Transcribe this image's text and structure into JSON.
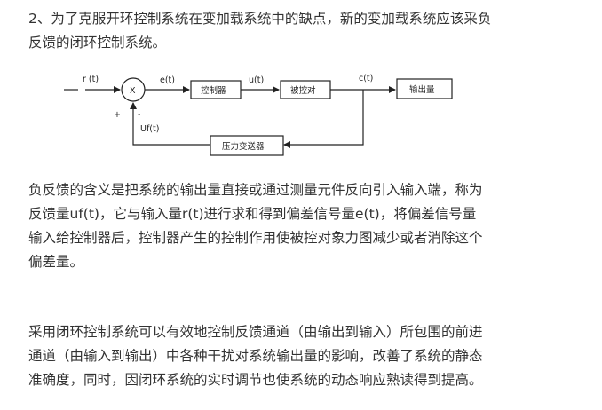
{
  "paragraphs": {
    "p1": [
      "2、为了克服开环控制系统在变加载系统中的缺点，新的变加载系统应该采负",
      "反馈的闭环控制系统。"
    ],
    "p2": [
      "负反馈的含义是把系统的输出量直接或通过测量元件反向引入输入端，称为",
      "反馈量uf(t)，它与输入量r(t)进行求和得到偏差信号量e(t)，将偏差信号量",
      "输入给控制器后，控制器产生的控制作用使被控对象力图减少或者消除这个",
      "偏差量。"
    ],
    "p3": [
      "采用闭环控制系统可以有效地控制反馈通道（由输出到输入）所包围的前进",
      "通道（由输入到输出）中各种干扰对系统输出量的影响，改善了系统的静态",
      "准确度，同时，因闭环系统的实时调节也使系统的动态响应熟读得到提高。"
    ]
  },
  "diagram": {
    "signals": {
      "r": "r (t)",
      "e": "e(t)",
      "u": "u(t)",
      "c": "c(t)",
      "uf": "Uf(t)"
    },
    "sum_symbol": "X",
    "plus": "+",
    "minus": "-",
    "blocks": {
      "controller": "控制器",
      "plant": "被控对",
      "output": "输出量",
      "sensor": "压力变送器"
    }
  }
}
